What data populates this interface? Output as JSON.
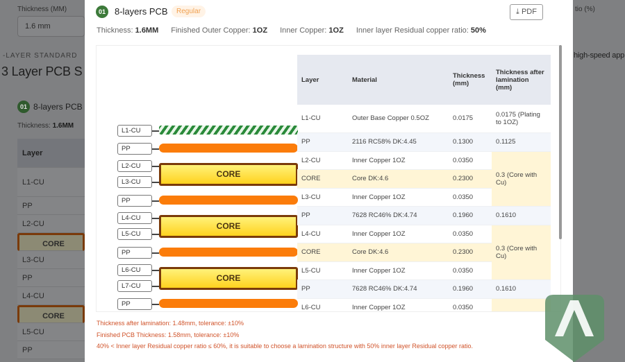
{
  "background": {
    "thickness_label": "Thickness (MM)",
    "thickness_value": "1.6 mm",
    "ratio_label": "tio (%)",
    "section_kicker": "-LAYER STANDARD",
    "section_title": "3 Layer PCB S",
    "section_desc": "high-speed app",
    "stack_number": "01",
    "stack_title": "8-layers PCB",
    "thickness_text": "Thickness:",
    "thickness_val": "1.6MM",
    "table_header": "Layer",
    "rows": [
      "L1-CU",
      "PP",
      "L2-CU",
      "CORE",
      "L3-CU",
      "PP",
      "L4-CU",
      "CORE",
      "L5-CU",
      "PP"
    ]
  },
  "modal": {
    "number": "01",
    "title": "8-layers PCB",
    "badge": "Regular",
    "pdf_label": "PDF",
    "pdf_icon": "download-icon",
    "stats": [
      {
        "label": "Thickness:",
        "value": "1.6MM"
      },
      {
        "label": "Finished Outer Copper:",
        "value": "1OZ"
      },
      {
        "label": "Inner Copper:",
        "value": "1OZ"
      },
      {
        "label": "Inner layer Residual copper ratio:",
        "value": "50%"
      }
    ],
    "diagram": {
      "core_label": "CORE",
      "labels": [
        "L1-CU",
        "PP",
        "L2-CU",
        "L3-CU",
        "PP",
        "L4-CU",
        "L5-CU",
        "PP",
        "L6-CU",
        "L7-CU",
        "PP"
      ]
    },
    "table": {
      "headers": [
        "Layer",
        "Material",
        "Thickness (mm)",
        "Thickness after lamination (mm)"
      ],
      "rows": [
        {
          "layer": "L1-CU",
          "material": "Outer Base Copper 0.5OZ",
          "thickness": "0.0175",
          "after": "0.0175 (Plating to 1OZ)"
        },
        {
          "layer": "PP",
          "material": "2116 RC58% DK:4.45",
          "thickness": "0.1300",
          "after": "0.1125"
        },
        {
          "layer": "L2-CU",
          "material": "Inner Copper 1OZ",
          "thickness": "0.0350",
          "after": "0.3 (Core with Cu)"
        },
        {
          "layer": "CORE",
          "material": "Core DK:4.6",
          "thickness": "0.2300"
        },
        {
          "layer": "L3-CU",
          "material": "Inner Copper 1OZ",
          "thickness": "0.0350"
        },
        {
          "layer": "PP",
          "material": "7628 RC46% DK:4.74",
          "thickness": "0.1960",
          "after": "0.1610"
        },
        {
          "layer": "L4-CU",
          "material": "Inner Copper 1OZ",
          "thickness": "0.0350",
          "after": "0.3 (Core with Cu)"
        },
        {
          "layer": "CORE",
          "material": "Core DK:4.6",
          "thickness": "0.2300"
        },
        {
          "layer": "L5-CU",
          "material": "Inner Copper 1OZ",
          "thickness": "0.0350"
        },
        {
          "layer": "PP",
          "material": "7628 RC46% DK:4.74",
          "thickness": "0.1960",
          "after": "0.1610"
        },
        {
          "layer": "L6-CU",
          "material": "Inner Copper 1OZ",
          "thickness": "0.0350",
          "after": ""
        }
      ]
    },
    "notes": [
      "Thickness after lamination: 1.48mm, tolerance: ±10%",
      "Finished PCB Thickness: 1.58mm, tolerance: ±10%",
      "40% < Inner layer Residual copper ratio ≤ 60%, it is suitable to choose a lamination structure with 50% inner layer Residual copper ratio."
    ]
  },
  "colors": {
    "accent": "#3d7a3a",
    "prepreg": "#fb7c0a",
    "core_border": "#7a3a0a",
    "core_fill": "#ffd21e",
    "note": "#d0532a",
    "copper_stripe": "#2a8a3a"
  }
}
